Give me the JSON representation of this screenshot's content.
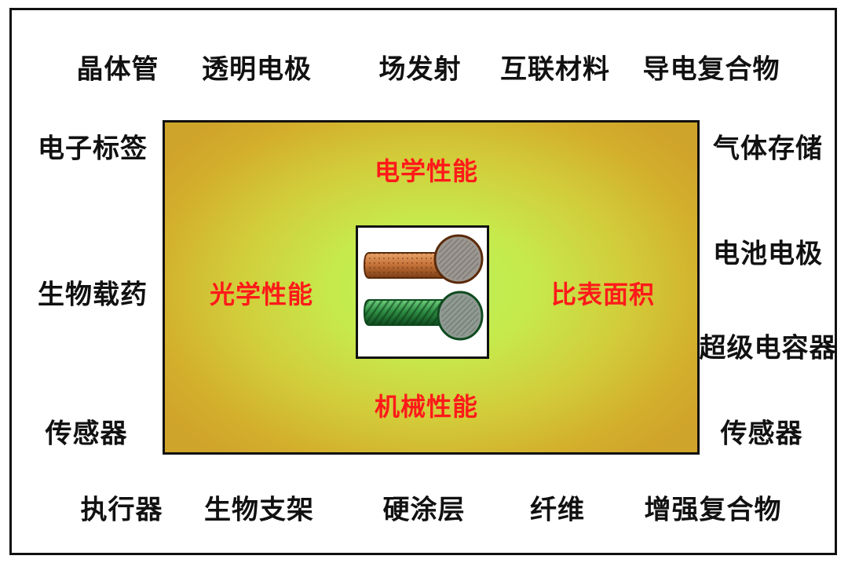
{
  "top_row": [
    "晶体管",
    "透明电极",
    "场发射",
    "互联材料",
    "导电复合物"
  ],
  "left_column": [
    "电子标签",
    "生物载药",
    "传感器"
  ],
  "right_column": [
    "气体存储",
    "电池电极",
    "超级电容器",
    "传感器"
  ],
  "bottom_row": [
    "执行器",
    "生物支架",
    "硬涂层",
    "纤维",
    "增强复合物"
  ],
  "properties": {
    "top": "电学性能",
    "left": "光学性能",
    "right": "比表面积",
    "bottom": "机械性能"
  },
  "colors": {
    "property_text": "#ff1a1a",
    "label_text": "#111111",
    "box_center": "#b8f25a",
    "box_edge": "#cfa42a",
    "tube_top": "#c8743a",
    "tube_bottom": "#2f8f45"
  },
  "image": {
    "icon": "carbon-nanotubes-icon"
  }
}
